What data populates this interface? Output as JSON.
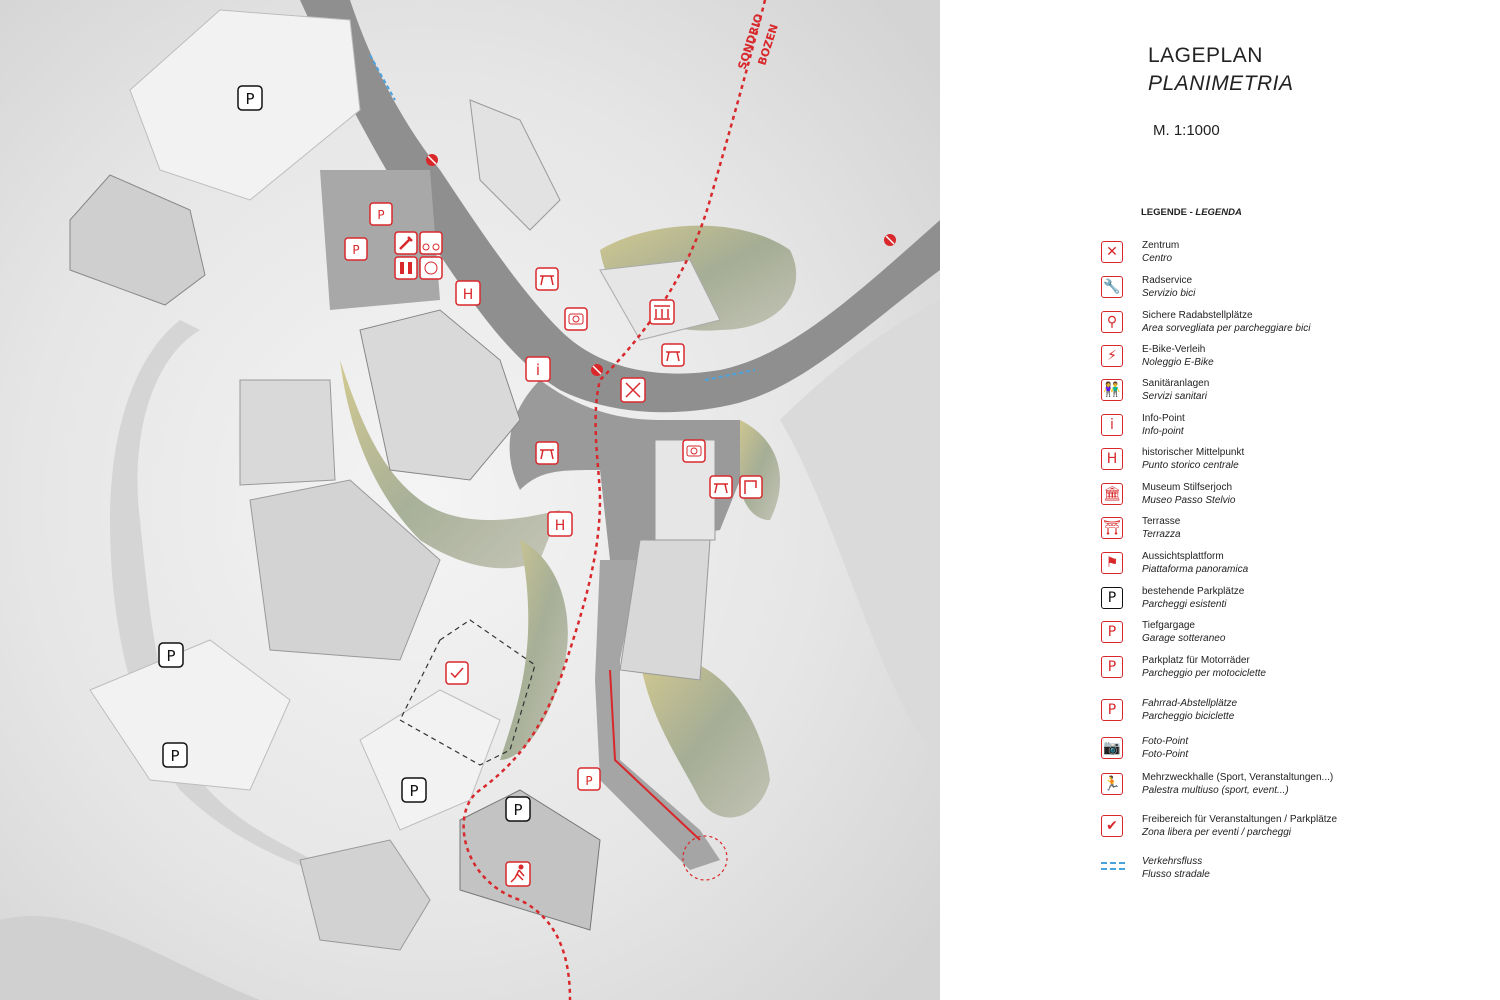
{
  "title": "LAGEPLAN",
  "subtitle": "PLANIMETRIA",
  "scale": "M. 1:1000",
  "legend_heading": {
    "de": "LEGENDE",
    "sep": " - ",
    "it": "LEGENDA"
  },
  "route_labels": [
    "SONDRIO",
    "BOZEN"
  ],
  "legend": [
    {
      "de": "Zentrum",
      "it": "Centro",
      "icon": "center-arrows-icon",
      "glyph": "✕",
      "style": "red"
    },
    {
      "de": "Radservice",
      "it": "Servizio bici",
      "icon": "wrench-icon",
      "glyph": "🔧",
      "style": "red"
    },
    {
      "de": "Sichere Radabstellplätze",
      "it": "Area sorvegliata per parcheggiare bici",
      "icon": "secure-bike-icon",
      "glyph": "⚲",
      "style": "red"
    },
    {
      "de": "E-Bike-Verleih",
      "it": "Noleggio E-Bike",
      "icon": "ebike-icon",
      "glyph": "⚡",
      "style": "red"
    },
    {
      "de": "Sanitäranlagen",
      "it": "Servizi sanitari",
      "icon": "toilet-icon",
      "glyph": "👫",
      "style": "red"
    },
    {
      "de": "Info-Point",
      "it": "Info-point",
      "icon": "info-icon",
      "glyph": "i",
      "style": "red"
    },
    {
      "de": "historischer Mittelpunkt",
      "it": "Punto storico centrale",
      "icon": "historic-h-icon",
      "glyph": "H",
      "style": "red"
    },
    {
      "de": "Museum Stilfserjoch",
      "it": "Museo Passo Stelvio",
      "icon": "museum-icon",
      "glyph": "🏛",
      "style": "red"
    },
    {
      "de": "Terrasse",
      "it": "Terrazza",
      "icon": "picnic-table-icon",
      "glyph": "⛩",
      "style": "red"
    },
    {
      "de": "Aussichtsplattform",
      "it": "Piattaforma panoramica",
      "icon": "viewing-platform-icon",
      "glyph": "⚑",
      "style": "red"
    },
    {
      "de": "bestehende Parkplätze",
      "it": "Parcheggi esistenti",
      "icon": "parking-icon",
      "glyph": "P",
      "style": "black"
    },
    {
      "de": "Tiefgargage",
      "it": "Garage sotteraneo",
      "icon": "underground-parking-icon",
      "glyph": "P",
      "style": "red"
    },
    {
      "de": "Parkplatz für Motorräder",
      "it": "Parcheggio per motociclette",
      "icon": "motorcycle-parking-icon",
      "glyph": "P",
      "style": "red"
    },
    {
      "de": "Fahrrad-Abstellplätze",
      "it": "Parcheggio biciclette",
      "icon": "bike-parking-icon",
      "glyph": "P",
      "style": "red",
      "italic_de": true
    },
    {
      "de": "Foto-Point",
      "it": "Foto-Point",
      "icon": "camera-icon",
      "glyph": "📷",
      "style": "red",
      "italic_de": true
    },
    {
      "de": "Mehrzweckhalle (Sport, Veranstaltungen...)",
      "it": "Palestra multiuso (sport, event...)",
      "icon": "runner-icon",
      "glyph": "🏃",
      "style": "red"
    },
    {
      "de": "Freibereich für Veranstaltungen / Parkplätze",
      "it": "Zona libera per eventi / parcheggi",
      "icon": "calendar-icon",
      "glyph": "✔",
      "style": "red"
    },
    {
      "de": "Verkehrsfluss",
      "it": "Flusso stradale",
      "icon": "traffic-flow-icon",
      "style": "flow",
      "italic_de": true
    }
  ],
  "map_markers": {
    "parking": "P",
    "info": "i",
    "historic": "H"
  },
  "colors": {
    "accent_red": "#d8282b",
    "road": "#8f8f8f",
    "terrain": "#e9e9e9",
    "flow_blue": "#4aa3df",
    "vegetation": "#b7a85a"
  }
}
